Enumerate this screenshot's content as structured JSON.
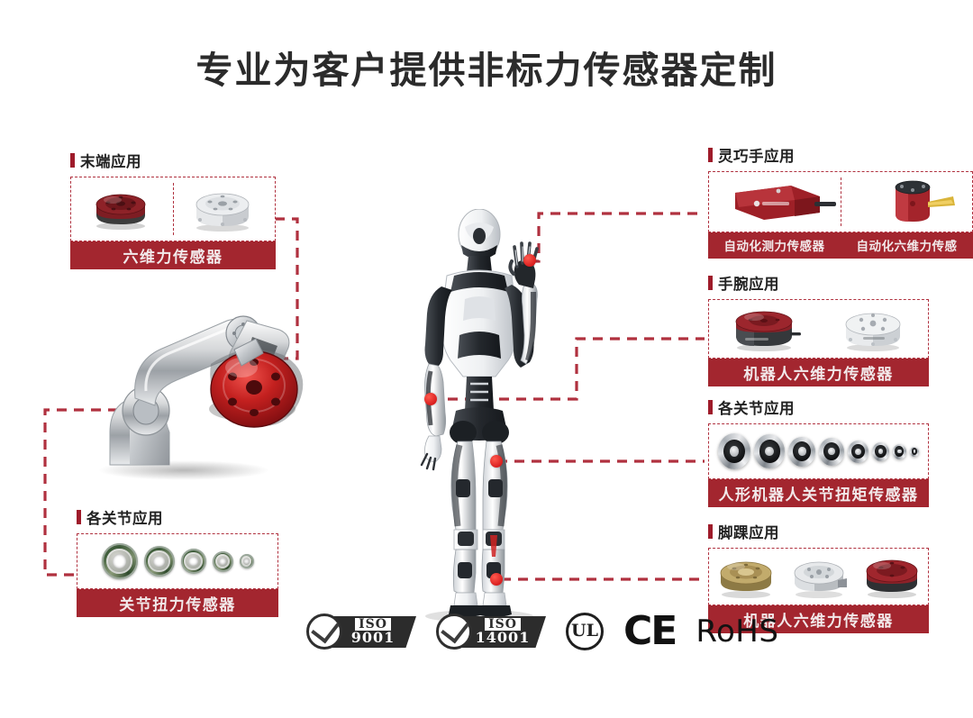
{
  "page": {
    "title": "专业为客户提供非标力传感器定制",
    "background": "#ffffff",
    "accent_red": "#a3262f",
    "dash_red": "#b0313f",
    "heading_bar": "#9e1b2a",
    "marker_dot": "#d91f1f"
  },
  "cards": {
    "end_effector": {
      "heading": "末端应用",
      "banner": "六维力传感器",
      "products": [
        "六维力传感器-红色",
        "六维力传感器-银色"
      ]
    },
    "left_joints": {
      "heading": "各关节应用",
      "banner": "关节扭力传感器",
      "products": [
        "扭力环-1",
        "扭力环-2",
        "扭力环-3",
        "扭力环-4",
        "扭力环-5"
      ]
    },
    "dexterous_hand": {
      "heading": "灵巧手应用",
      "banner_left": "自动化测力传感器",
      "banner_right": "自动化六维力传感",
      "products": [
        "自动化测力传感器",
        "自动化六维力传感器"
      ]
    },
    "wrist": {
      "heading": "手腕应用",
      "banner": "机器人六维力传感器",
      "products": [
        "腕部六维力传感器-红色",
        "腕部六维力传感器-银色"
      ]
    },
    "right_joints": {
      "heading": "各关节应用",
      "banner": "人形机器人关节扭矩传感器",
      "products": [
        "关节扭矩环-1",
        "关节扭矩环-2",
        "关节扭矩环-3",
        "关节扭矩环-4",
        "关节扭矩环-5",
        "关节扭矩环-6",
        "关节扭矩环-7",
        "关节扭矩环-8"
      ]
    },
    "ankle": {
      "heading": "脚踝应用",
      "banner": "机器人六维力传感器",
      "products": [
        "脚踝传感器-金色",
        "脚踝传感器-银色",
        "脚踝传感器-红色"
      ]
    }
  },
  "certifications": [
    {
      "type": "iso",
      "word": "ISO",
      "number": "9001",
      "name": "iso-9001-badge"
    },
    {
      "type": "iso",
      "word": "ISO",
      "number": "14001",
      "name": "iso-14001-badge"
    },
    {
      "type": "ul",
      "label": "UL",
      "name": "ul-badge"
    },
    {
      "type": "ce",
      "label": "CE",
      "name": "ce-badge"
    },
    {
      "type": "rohs",
      "label": "RoHS",
      "name": "rohs-badge"
    }
  ],
  "figures": {
    "robot": "人形机器人",
    "robot_arm": "工业机器人手臂与红色六维力传感器"
  }
}
